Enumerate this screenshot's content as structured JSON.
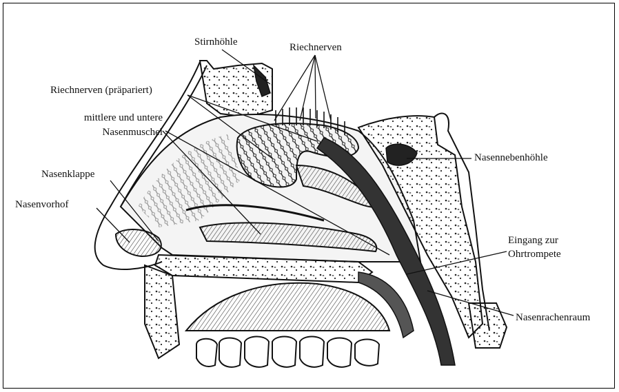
{
  "labels": {
    "stirnhoehle": "Stirnhöhle",
    "riechnerven": "Riechnerven",
    "riechnerven_praepariert": "Riechnerven (präpariert)",
    "mittlere_line1": "mittlere und untere",
    "mittlere_line2": "Nasenmuschel",
    "nasenklappe": "Nasenklappe",
    "nasenvorhof": "Nasenvorhof",
    "nasennebenhoehle": "Nasennebenhöhle",
    "eingang_line1": "Eingang zur",
    "eingang_line2": "Ohrtrompete",
    "nasenrachenraum": "Nasenrachenraum"
  }
}
